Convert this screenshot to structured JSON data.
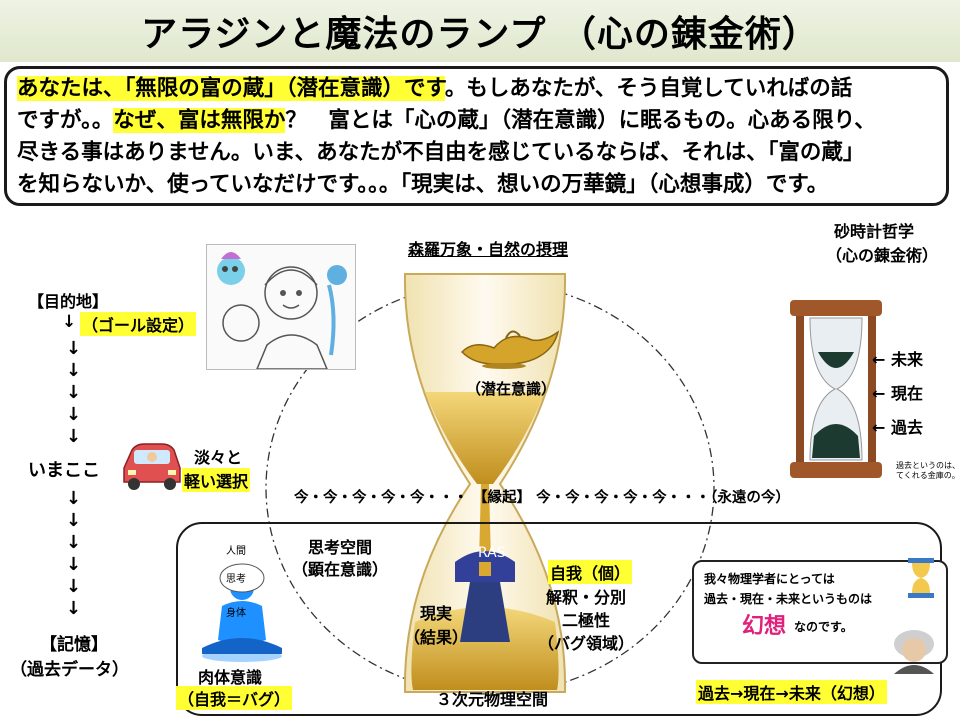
{
  "title": "アラジンと魔法のランプ （心の錬金術）",
  "intro": {
    "line1_hl": "あなたは、「無限の富の蔵」（潜在意識）です",
    "line1_rest": "。もしあなたが、そう自覚していればの話",
    "line2_a": "ですが。。",
    "line2_hl": "なぜ、富は無限か",
    "line2_rest": "？　富とは「心の蔵」（潜在意識）に眠るもの。心ある限り、",
    "line3": "尽きる事はありません。いま、あなたが不自由を感じているならば、それは、「富の蔵」",
    "line4": "を知らないか、使っていなだけです。。。「現実は、想いの万華鏡」（心想事成）です。"
  },
  "left_column": {
    "destination": "【目的地】",
    "goal": "（ゴール設定）",
    "arrow": "↓",
    "now_here": "いまここ",
    "memory": "【記憶】",
    "past_data": "（過去データ）"
  },
  "car_labels": {
    "line1": "淡々と",
    "line2": "軽い選択"
  },
  "center": {
    "top_label": "森羅万象・自然の摂理",
    "lamp_label": "（潜在意識）",
    "now_line": "今・今・今・今・今・・・ 【縁起】 今・今・今・今・今・・・（永遠の今）",
    "thought_space_1": "思考空間",
    "thought_space_2": "（顕在意識）",
    "reality_1": "現実",
    "reality_2": "（結果）",
    "ras": "RAS",
    "ego_hl": "自我（個）",
    "ego_2": "解釈・分別",
    "ego_3": "二極性",
    "ego_4": "（バグ領域）",
    "bottom_label": "３次元物理空間"
  },
  "body_figure": {
    "human": "人間",
    "thinking": "思考",
    "body": "身体",
    "caption": "肉体意識",
    "caption_hl": "（自我＝バグ）"
  },
  "right_column": {
    "philosophy_1": "砂時計哲学",
    "philosophy_2": "（心の錬金術）",
    "future": "← 未来",
    "present": "← 現在",
    "past": "← 過去",
    "caption_small_1": "過去というのは、",
    "caption_small_2": "てくれる金庫の。"
  },
  "quote": {
    "line1": "我々物理学者にとっては",
    "line2": "過去・現在・未来というものは",
    "illusion": "幻想",
    "suffix": "なのです。"
  },
  "timeline": "過去→現在→未来（幻想）",
  "colors": {
    "highlight": "#ffff33",
    "sand": "#d9a830",
    "body_blue": "#1e90ff",
    "car": "#e05050",
    "wood": "#8b4a22"
  }
}
